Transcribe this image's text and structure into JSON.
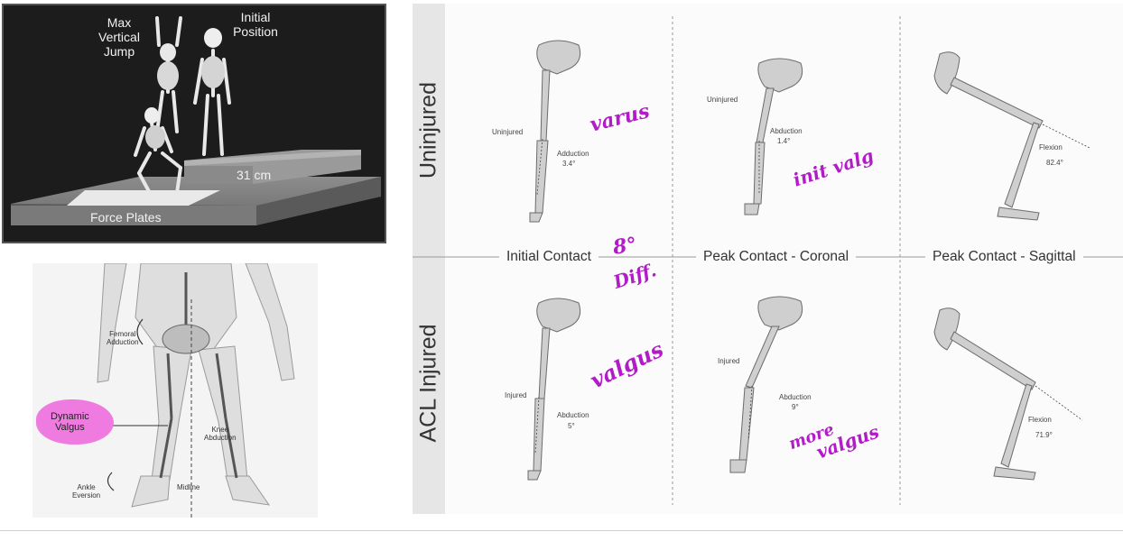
{
  "jump_panel": {
    "max_jump": [
      "Max",
      "Vertical",
      "Jump"
    ],
    "initial_position": [
      "Initial",
      "Position"
    ],
    "box_height": "31 cm",
    "force_plates": "Force Plates"
  },
  "valgus_panel": {
    "femoral_adduction": [
      "Femoral",
      "Adduction"
    ],
    "dynamic_valgus": [
      "Dynamic",
      "Valgus"
    ],
    "knee_abduction": [
      "Knee",
      "Abduction"
    ],
    "ankle_eversion": [
      "Ankle",
      "Eversion"
    ],
    "midline": "Midline",
    "highlight_color": "#f07be0"
  },
  "figure": {
    "rows": [
      "Uninjured",
      "ACL Injured"
    ],
    "columns": [
      "Initial Contact",
      "Peak Contact - Coronal",
      "Peak Contact - Sagittal"
    ],
    "uninjured": {
      "initial": {
        "label": "Uninjured",
        "angle_name": "Adduction",
        "angle": "3.4°"
      },
      "coronal": {
        "label": "Uninjured",
        "angle_name": "Abduction",
        "angle": "1.4°"
      },
      "sagittal": {
        "angle_name": "Flexion",
        "angle": "82.4°"
      }
    },
    "injured": {
      "initial": {
        "label": "Injured",
        "angle_name": "Abduction",
        "angle": "5°"
      },
      "coronal": {
        "label": "Injured",
        "angle_name": "Abduction",
        "angle": "9°"
      },
      "sagittal": {
        "angle_name": "Flexion",
        "angle": "71.9°"
      }
    }
  },
  "annotations": {
    "varus": "varus",
    "init_valg": "init valg",
    "diff": [
      "8°",
      "Diff."
    ],
    "valgus": "valgus",
    "more_valgus": [
      "more",
      "valgus"
    ],
    "ink_color": "#b21cc8"
  }
}
